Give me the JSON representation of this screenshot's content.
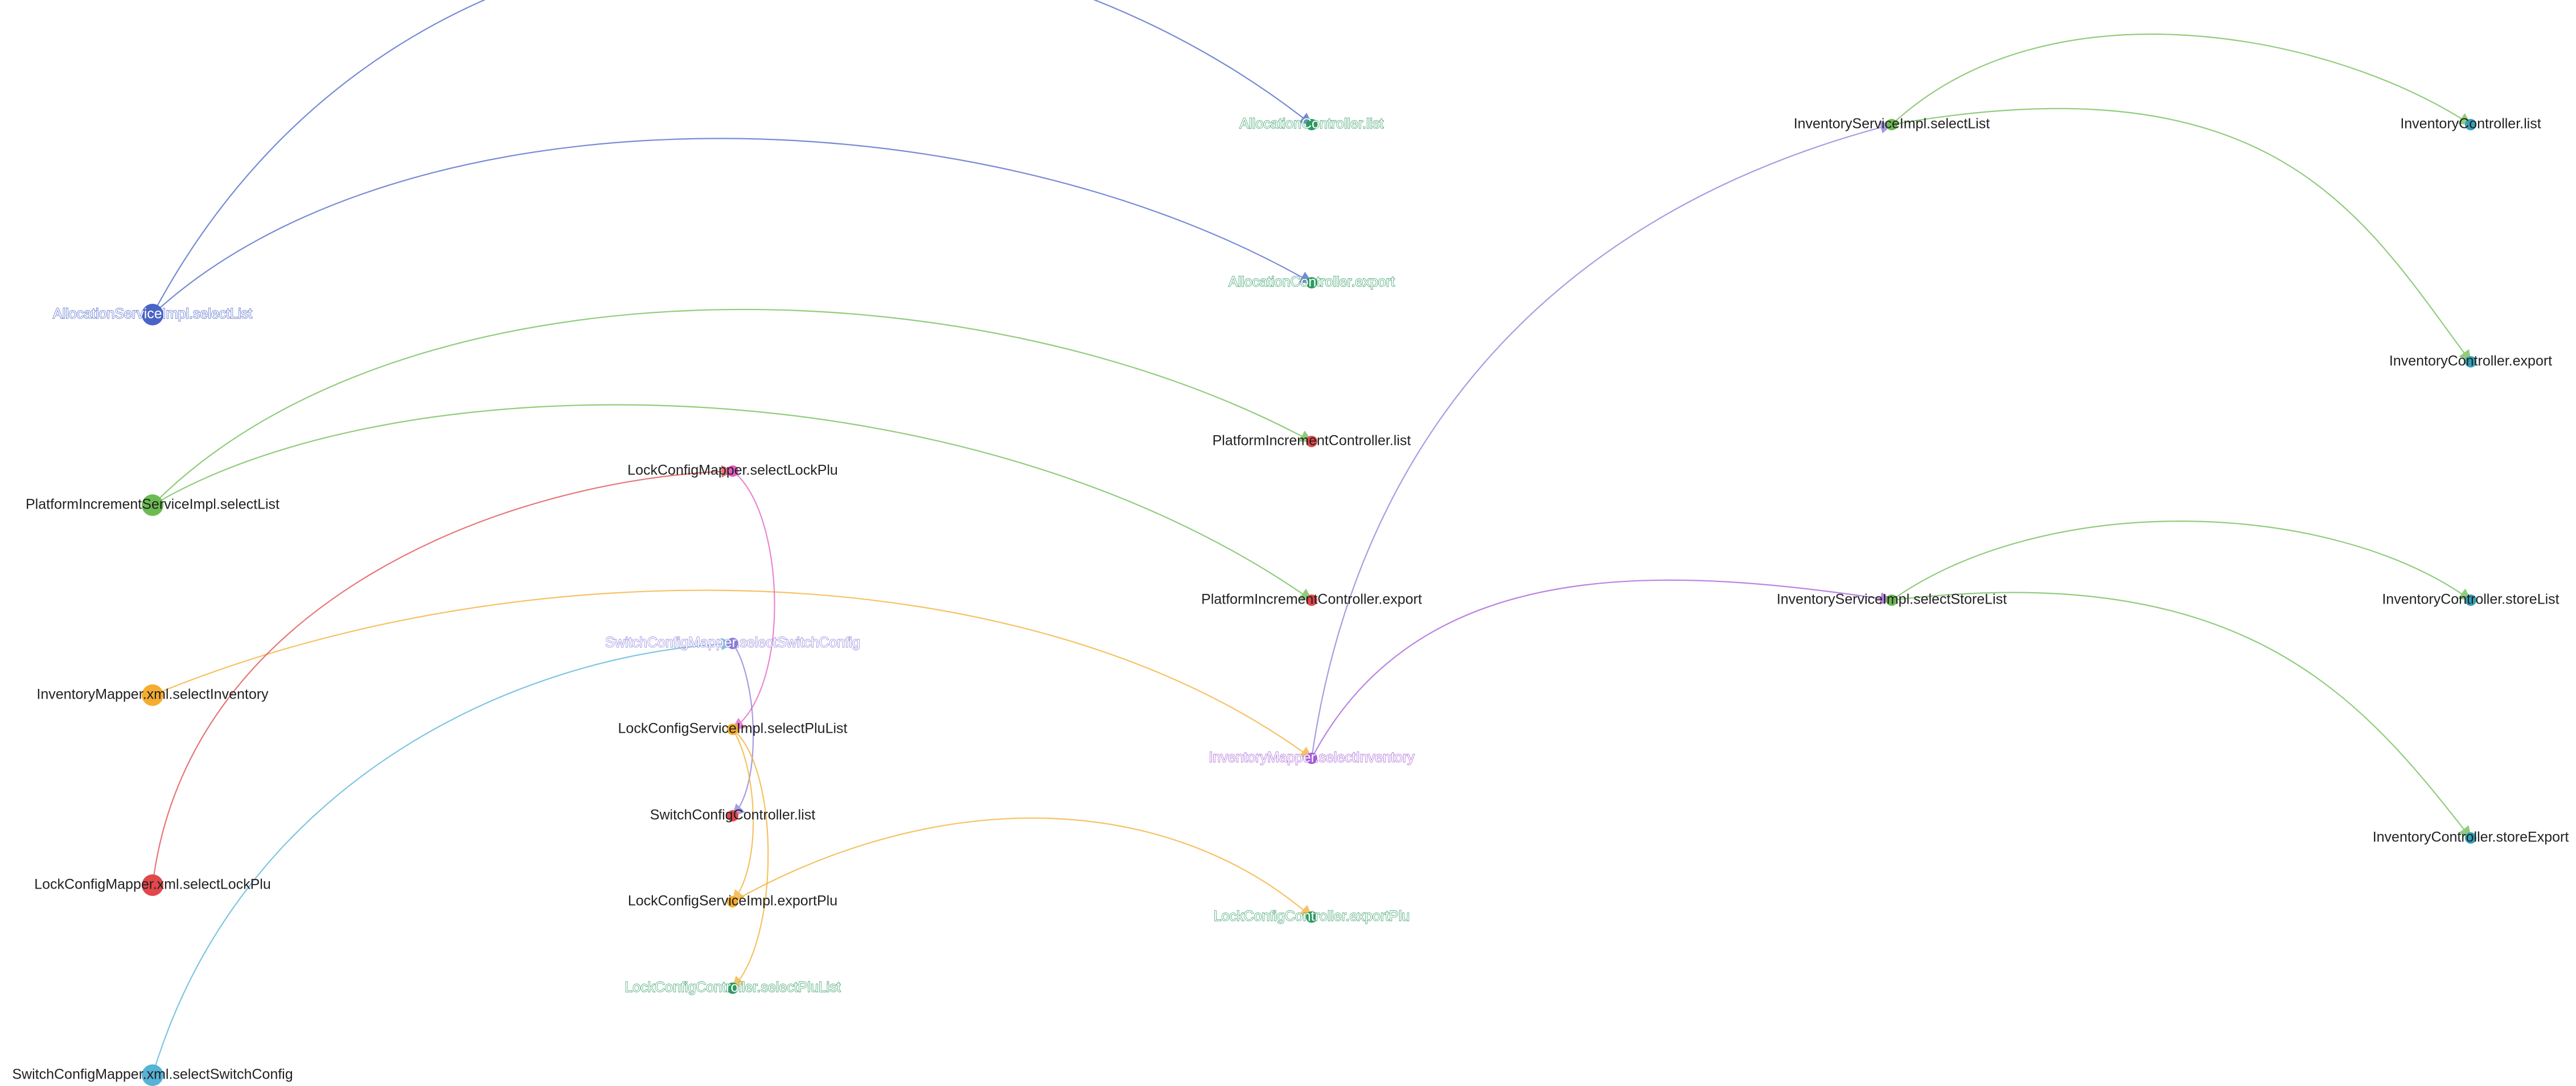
{
  "colors": {
    "blue": "#4a63c7",
    "green": "#6cbb52",
    "orange": "#f5ad2f",
    "red": "#e1474b",
    "cyan": "#56b2d7",
    "pink": "#e35ec3",
    "purple": "#a35cd8",
    "teal": "#36a0b8",
    "darkgreen": "#2e9a62",
    "lavender": "#8a7cd9"
  },
  "nodes": [
    {
      "id": "allocationServiceImpl",
      "label": "AllocationServiceImpl.selectList",
      "color": "blue",
      "size": "large",
      "outlined": true
    },
    {
      "id": "platformIncrementServiceImpl",
      "label": "PlatformIncrementServiceImpl.selectList",
      "color": "green",
      "size": "large"
    },
    {
      "id": "inventoryMapperXml",
      "label": "InventoryMapper.xml.selectInventory",
      "color": "orange",
      "size": "large"
    },
    {
      "id": "lockConfigMapperXml",
      "label": "LockConfigMapper.xml.selectLockPlu",
      "color": "red",
      "size": "large"
    },
    {
      "id": "switchConfigMapperXml",
      "label": "SwitchConfigMapper.xml.selectSwitchConfig",
      "color": "cyan",
      "size": "large"
    },
    {
      "id": "lockConfigMapperSelect",
      "label": "LockConfigMapper.selectLockPlu",
      "color": "pink",
      "size": "small"
    },
    {
      "id": "switchConfigMapperSelect",
      "label": "SwitchConfigMapper.selectSwitchConfig",
      "color": "lavender",
      "size": "small",
      "outlined": true
    },
    {
      "id": "lockConfigServiceImplSelectPluList",
      "label": "LockConfigServiceImpl.selectPluList",
      "color": "orange",
      "size": "small"
    },
    {
      "id": "switchConfigController",
      "label": "SwitchConfigController.list",
      "color": "red",
      "size": "small"
    },
    {
      "id": "lockConfigServiceImplExportPlu",
      "label": "LockConfigServiceImpl.exportPlu",
      "color": "orange",
      "size": "small"
    },
    {
      "id": "lockConfigControllerSelectPluList",
      "label": "LockConfigController.selectPluList",
      "color": "darkgreen",
      "size": "small",
      "outlined": true
    },
    {
      "id": "allocationControllerList",
      "label": "AllocationController.list",
      "color": "darkgreen",
      "size": "small",
      "outlined": true
    },
    {
      "id": "allocationControllerExport",
      "label": "AllocationController.export",
      "color": "darkgreen",
      "size": "small",
      "outlined": true
    },
    {
      "id": "platformIncrementControllerList",
      "label": "PlatformIncrementController.list",
      "color": "red",
      "size": "small"
    },
    {
      "id": "platformIncrementControllerExport",
      "label": "PlatformIncrementController.export",
      "color": "red",
      "size": "small"
    },
    {
      "id": "inventoryMapperSelect",
      "label": "InventoryMapper.selectInventory",
      "color": "purple",
      "size": "small",
      "outlined": true
    },
    {
      "id": "lockConfigControllerExportPlu",
      "label": "LockConfigController.exportPlu",
      "color": "darkgreen",
      "size": "small",
      "outlined": true
    },
    {
      "id": "inventoryServiceImplSelectList",
      "label": "InventoryServiceImpl.selectList",
      "color": "green",
      "size": "small"
    },
    {
      "id": "inventoryServiceImplSelectStoreList",
      "label": "InventoryServiceImpl.selectStoreList",
      "color": "green",
      "size": "small"
    },
    {
      "id": "inventoryControllerList",
      "label": "InventoryController.list",
      "color": "teal",
      "size": "small"
    },
    {
      "id": "inventoryControllerExport",
      "label": "InventoryController.export",
      "color": "teal",
      "size": "small"
    },
    {
      "id": "inventoryControllerStoreList",
      "label": "InventoryController.storeList",
      "color": "teal",
      "size": "small"
    },
    {
      "id": "inventoryControllerStoreExport",
      "label": "InventoryController.storeExport",
      "color": "teal",
      "size": "small"
    }
  ],
  "edges": [
    {
      "from": "allocationServiceImpl",
      "to": "allocationControllerList",
      "color": "blue"
    },
    {
      "from": "allocationServiceImpl",
      "to": "allocationControllerExport",
      "color": "blue"
    },
    {
      "from": "platformIncrementServiceImpl",
      "to": "platformIncrementControllerList",
      "color": "green"
    },
    {
      "from": "platformIncrementServiceImpl",
      "to": "platformIncrementControllerExport",
      "color": "green"
    },
    {
      "from": "inventoryMapperXml",
      "to": "inventoryMapperSelect",
      "color": "orange"
    },
    {
      "from": "lockConfigMapperXml",
      "to": "lockConfigMapperSelect",
      "color": "red"
    },
    {
      "from": "switchConfigMapperXml",
      "to": "switchConfigMapperSelect",
      "color": "cyan"
    },
    {
      "from": "lockConfigMapperSelect",
      "to": "lockConfigServiceImplSelectPluList",
      "color": "pink"
    },
    {
      "from": "switchConfigMapperSelect",
      "to": "switchConfigController",
      "color": "lavender"
    },
    {
      "from": "lockConfigServiceImplSelectPluList",
      "to": "lockConfigServiceImplExportPlu",
      "color": "orange"
    },
    {
      "from": "lockConfigServiceImplSelectPluList",
      "to": "lockConfigControllerSelectPluList",
      "color": "orange"
    },
    {
      "from": "lockConfigServiceImplExportPlu",
      "to": "lockConfigControllerExportPlu",
      "color": "orange"
    },
    {
      "from": "inventoryMapperSelect",
      "to": "inventoryServiceImplSelectList",
      "color": "lavender"
    },
    {
      "from": "inventoryMapperSelect",
      "to": "inventoryServiceImplSelectStoreList",
      "color": "purple"
    },
    {
      "from": "inventoryServiceImplSelectList",
      "to": "inventoryControllerList",
      "color": "green"
    },
    {
      "from": "inventoryServiceImplSelectList",
      "to": "inventoryControllerExport",
      "color": "green"
    },
    {
      "from": "inventoryServiceImplSelectStoreList",
      "to": "inventoryControllerStoreList",
      "color": "green"
    },
    {
      "from": "inventoryServiceImplSelectStoreList",
      "to": "inventoryControllerStoreExport",
      "color": "green"
    }
  ]
}
